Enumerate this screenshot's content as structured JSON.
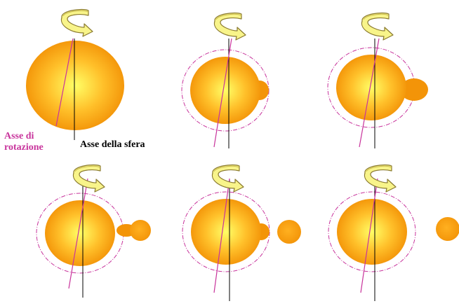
{
  "labels": {
    "rotation_axis_line1": "Asse di",
    "rotation_axis_line2": "rotazione",
    "sphere_axis": "Asse della sfera"
  },
  "colors": {
    "sphere_center": "#ffff66",
    "sphere_mid": "#ffc02a",
    "sphere_edge": "#f39408",
    "arrow_fill": "#f8f48a",
    "arrow_stroke": "#8a7a30",
    "rotation_axis": "#c8349c",
    "sphere_axis": "#000000",
    "orbit_ring": "#c8349c"
  },
  "stages": [
    {
      "name": "stage-1",
      "bulge": "none"
    },
    {
      "name": "stage-2",
      "bulge": "small"
    },
    {
      "name": "stage-3",
      "bulge": "larger"
    },
    {
      "name": "stage-4",
      "bulge": "pinching-droplet"
    },
    {
      "name": "stage-5",
      "bulge": "detached-droplet-near"
    },
    {
      "name": "stage-6",
      "bulge": "detached-droplet-far"
    }
  ]
}
